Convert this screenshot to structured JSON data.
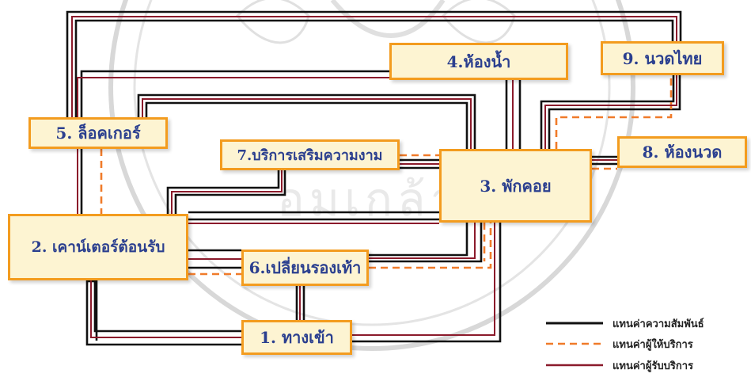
{
  "nodes": {
    "entrance": "1. ทางเข้า",
    "reception": "2. เคาน์เตอร์ต้อนรับ",
    "lounge": "3. พักคอย",
    "restroom": "4.ห้องน้ำ",
    "locker": "5. ล็อคเกอร์",
    "shoe_change": "6.เปลี่ยนรองเท้า",
    "beauty": "7.บริการเสริมความงาม",
    "massage_room": "8. ห้องนวด",
    "thai_massage": "9. นวดไทย"
  },
  "legend": [
    {
      "label": "แทนค่าความสัมพันธ์",
      "style": "solid",
      "color": "#111111"
    },
    {
      "label": "แทนค่าผู้ให้บริการ",
      "style": "dashed",
      "color": "#f07b2a"
    },
    {
      "label": "แทนค่าผู้รับบริการ",
      "style": "solid",
      "color": "#8b1a2b"
    }
  ],
  "colors": {
    "relationship": "#111111",
    "provider": "#f07b2a",
    "receiver": "#8b1a2b",
    "node_border": "#f39c1f",
    "node_fill": "#fdf4d2",
    "node_text": "#2b3f8f"
  },
  "watermark_text": "อมเกล้าฯ"
}
